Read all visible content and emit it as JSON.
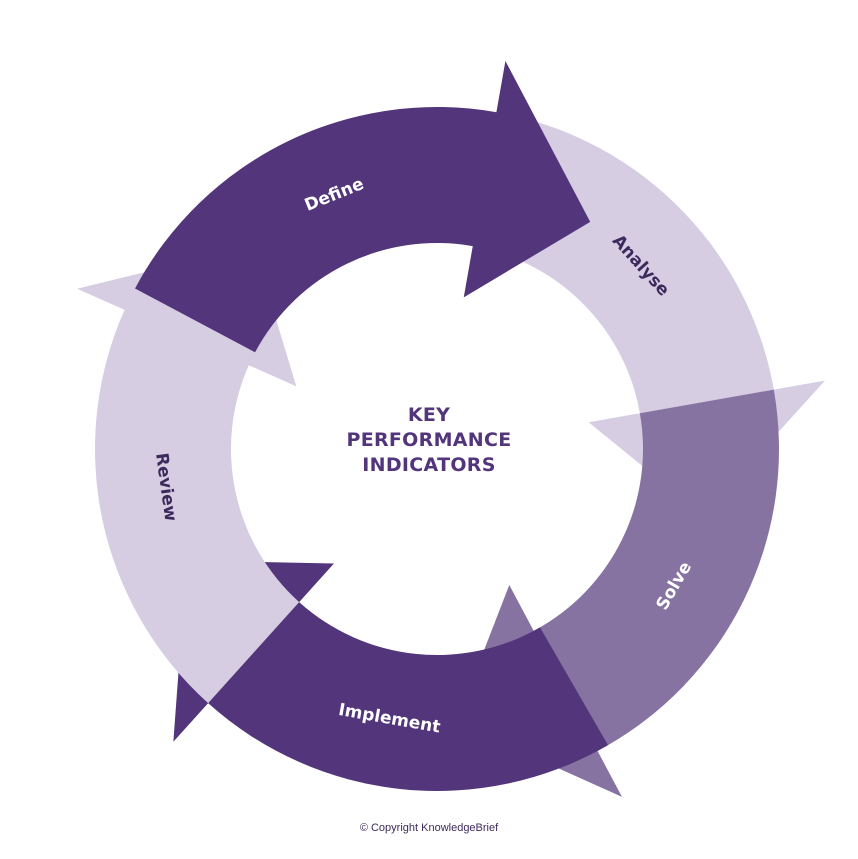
{
  "diagram": {
    "title_lines": [
      "KEY",
      "PERFORMANCE",
      "INDICATORS"
    ],
    "steps": [
      {
        "label": "Define",
        "color": "#52357a",
        "text_color": "#ffffff"
      },
      {
        "label": "Analyse",
        "color": "#d6cde3",
        "text_color": "#3d2a5c"
      },
      {
        "label": "Solve",
        "color": "#8673a1",
        "text_color": "#ffffff"
      },
      {
        "label": "Implement",
        "color": "#52357a",
        "text_color": "#ffffff"
      },
      {
        "label": "Review",
        "color": "#d6cde3",
        "text_color": "#3d2a5c"
      }
    ]
  },
  "footer": {
    "copyright": "© Copyright KnowledgeBrief"
  }
}
